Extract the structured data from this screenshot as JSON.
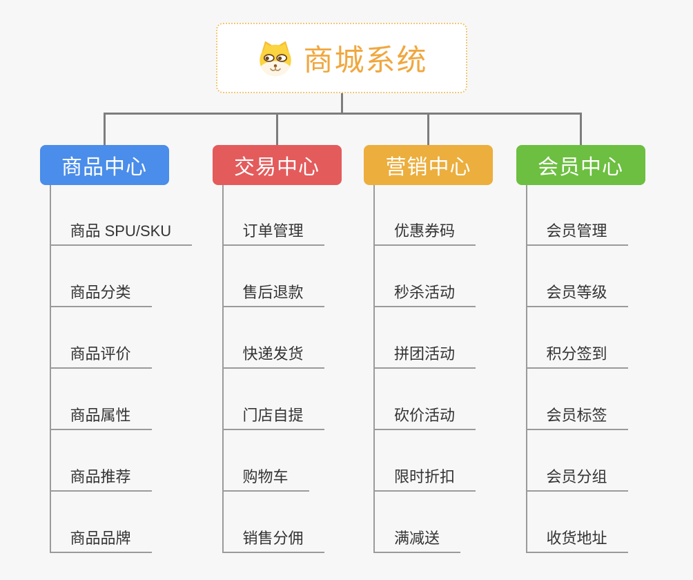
{
  "root": {
    "title": "商城系统",
    "icon": "dog-face-icon"
  },
  "branches": [
    {
      "label": "商品中心",
      "color": "#4a8dea",
      "children": [
        "商品 SPU/SKU",
        "商品分类",
        "商品评价",
        "商品属性",
        "商品推荐",
        "商品品牌"
      ]
    },
    {
      "label": "交易中心",
      "color": "#e45b5c",
      "children": [
        "订单管理",
        "售后退款",
        "快递发货",
        "门店自提",
        "购物车",
        "销售分佣"
      ]
    },
    {
      "label": "营销中心",
      "color": "#ecae3d",
      "children": [
        "优惠券码",
        "秒杀活动",
        "拼团活动",
        "砍价活动",
        "限时折扣",
        "满减送"
      ]
    },
    {
      "label": "会员中心",
      "color": "#6cbf40",
      "children": [
        "会员管理",
        "会员等级",
        "积分签到",
        "会员标签",
        "会员分组",
        "收货地址"
      ]
    }
  ],
  "colors": {
    "background": "#f7f7f7",
    "connector": "#7d7d7d",
    "leaf_line": "#9a9a9a",
    "leaf_text": "#333333",
    "root_border": "#f3c571",
    "root_text": "#f0a73e",
    "root_bg": "#ffffff"
  }
}
